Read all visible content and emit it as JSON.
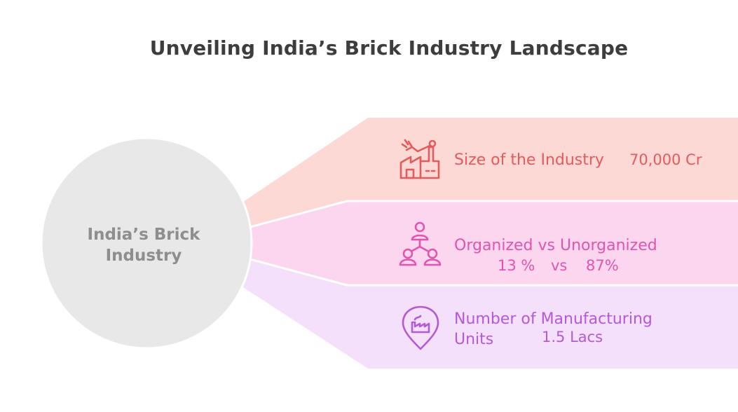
{
  "title": "Unveiling India’s Brick Industry Landscape",
  "center": {
    "line1": "India’s Brick",
    "line2": "Industry"
  },
  "rows": [
    {
      "label": "Size of the Industry",
      "value": "70,000 Cr",
      "icon": "factory-robot-arm-icon",
      "fill": "#fdd9d6",
      "color": "#e45b5b"
    },
    {
      "label": "Organized vs Unorganized",
      "value_a": "13 %",
      "vs": "vs",
      "value_b": "87%",
      "icon": "people-hierarchy-icon",
      "fill": "#fcd5ee",
      "color": "#e055ad"
    },
    {
      "label_line1": "Number of Manufacturing",
      "label_line2": "Units",
      "value": "1.5 Lacs",
      "icon": "factory-location-pin-icon",
      "fill": "#f4e0fb",
      "color": "#b45ad6"
    }
  ]
}
